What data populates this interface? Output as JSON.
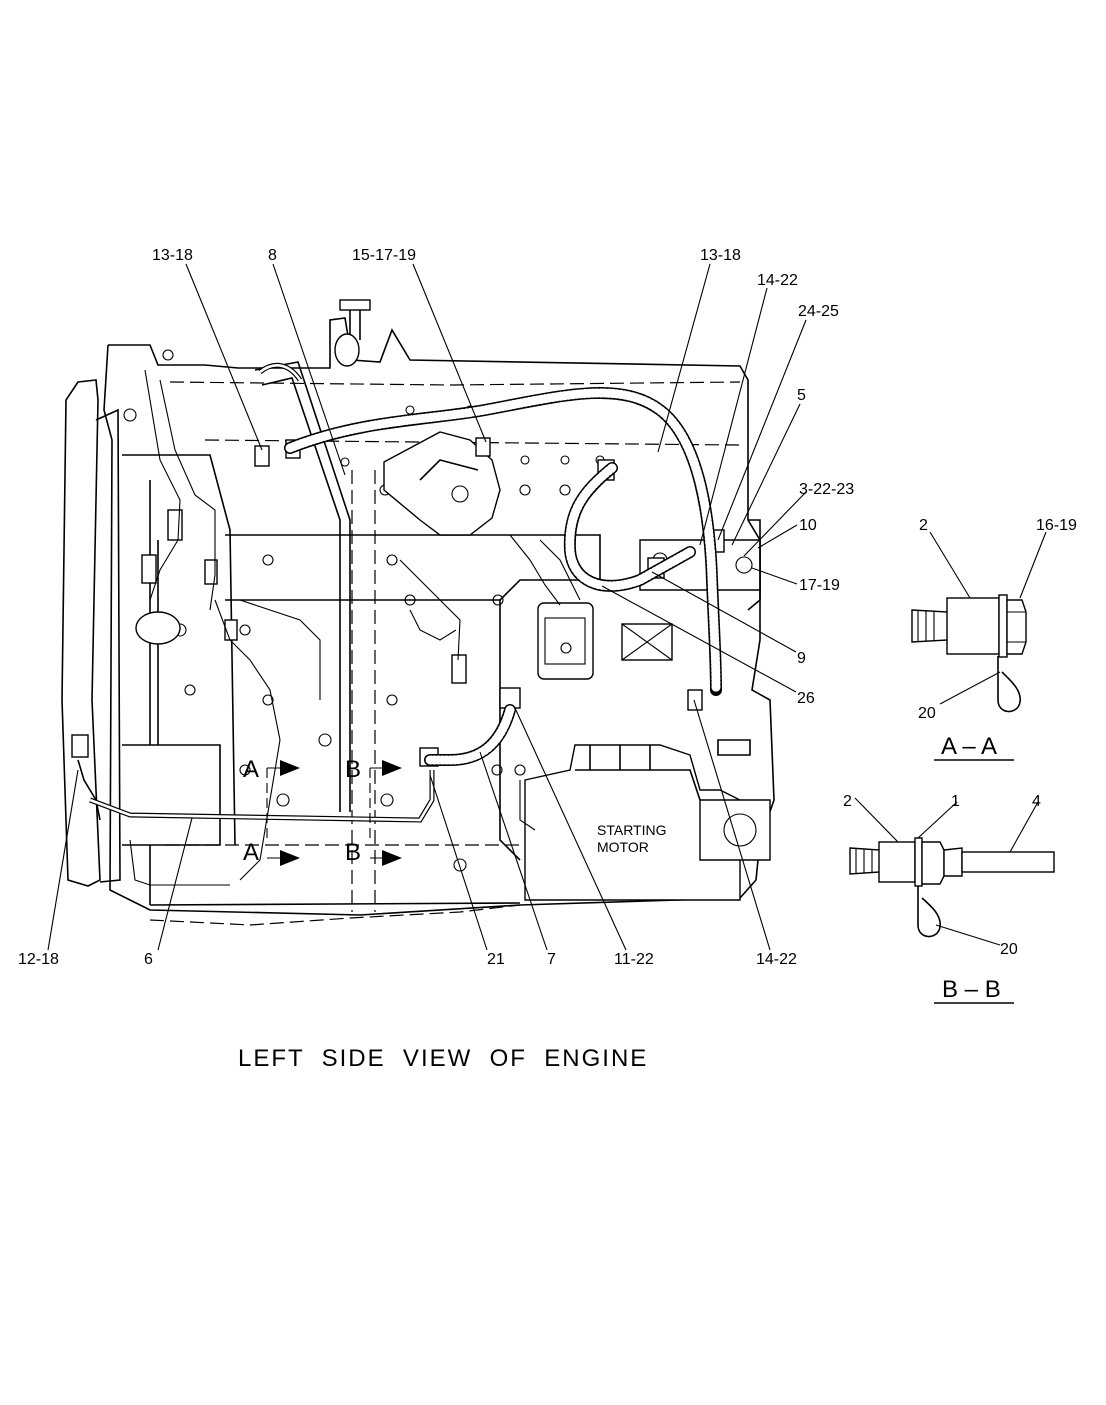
{
  "title": "LEFT  SIDE  VIEW  OF  ENGINE",
  "inner_label": [
    "STARTING",
    "MOTOR"
  ],
  "callouts": {
    "c_13_18_left": "13-18",
    "c_8": "8",
    "c_15_17_19": "15-17-19",
    "c_13_18_right": "13-18",
    "c_14_22_top": "14-22",
    "c_24_25": "24-25",
    "c_5": "5",
    "c_3_22_23": "3-22-23",
    "c_10": "10",
    "c_17_19": "17-19",
    "c_9": "9",
    "c_26": "26",
    "c_12_18": "12-18",
    "c_6": "6",
    "c_21": "21",
    "c_7": "7",
    "c_11_22": "11-22",
    "c_14_22_bottom": "14-22"
  },
  "section_markers": {
    "a_top": "A",
    "a_bottom": "A",
    "b_top": "B",
    "b_bottom": "B"
  },
  "section_aa": {
    "title": "A – A",
    "labels": {
      "l2": "2",
      "l16_19": "16-19",
      "l20": "20"
    }
  },
  "section_bb": {
    "title": "B – B",
    "labels": {
      "l2": "2",
      "l1": "1",
      "l4": "4",
      "l20": "20"
    }
  }
}
